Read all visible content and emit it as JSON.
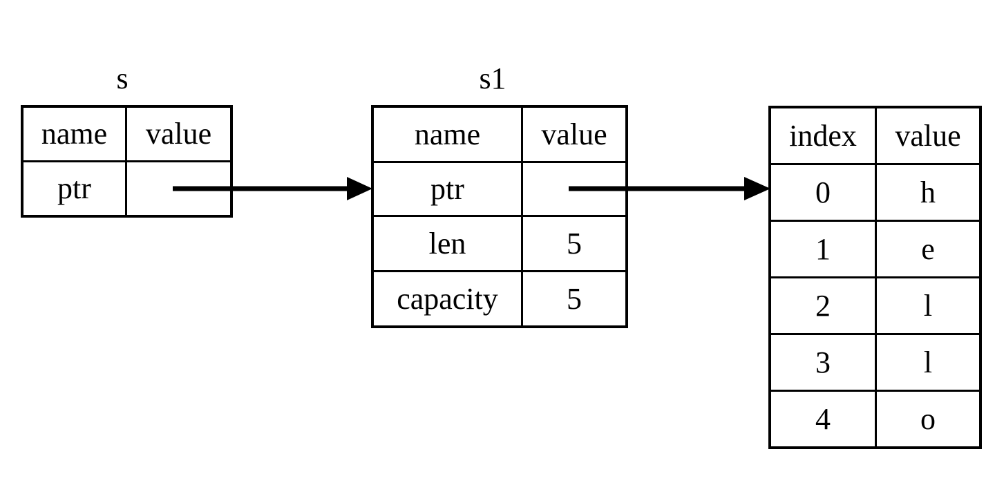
{
  "diagram": {
    "title_s": "s",
    "title_s1": "s1",
    "background_color": "#ffffff",
    "line_color": "#000000"
  },
  "tables": {
    "s": {
      "label": "s",
      "headers": [
        "name",
        "value"
      ],
      "rows": [
        {
          "name": "ptr",
          "value": ""
        }
      ]
    },
    "s1": {
      "label": "s1",
      "headers": [
        "name",
        "value"
      ],
      "rows": [
        {
          "name": "ptr",
          "value": ""
        },
        {
          "name": "len",
          "value": "5"
        },
        {
          "name": "capacity",
          "value": "5"
        }
      ]
    },
    "buffer": {
      "label": "",
      "headers": [
        "index",
        "value"
      ],
      "rows": [
        {
          "index": "0",
          "value": "h"
        },
        {
          "index": "1",
          "value": "e"
        },
        {
          "index": "2",
          "value": "l"
        },
        {
          "index": "3",
          "value": "l"
        },
        {
          "index": "4",
          "value": "o"
        }
      ]
    }
  },
  "arrows": [
    {
      "name": "arrow-s-to-s1",
      "from": "s.ptr.value",
      "to": "s1"
    },
    {
      "name": "arrow-s1-to-buffer",
      "from": "s1.ptr.value",
      "to": "buffer"
    }
  ]
}
